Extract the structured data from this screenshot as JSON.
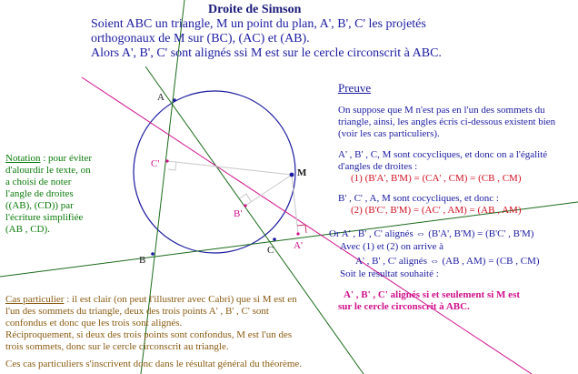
{
  "title": "Droite de Simson",
  "statement": [
    "Soient ABC un triangle, M un point du plan, A', B', C' les projetés",
    "orthogonaux de M sur (BC), (AC) et (AB).",
    "Alors A', B', C' sont alignés ssi M est sur le cercle circonscrit à ABC."
  ],
  "notation": {
    "label": "Notation",
    "first": " : pour éviter",
    "lines": [
      "d'alourdir le texte, on",
      "a choisi de noter",
      "l'angle de droites",
      "((AB), (CD)) par",
      "l'écriture simplifiée",
      "(AB , CD)."
    ]
  },
  "proof": {
    "heading": "Preuve",
    "intro": [
      "On suppose que M n'est pas en l'un des sommets du",
      "triangle, ainsi, les angles écris ci-dessous existent bien",
      "(voir les cas particuliers)."
    ],
    "step1": [
      "A' , B' , C, M sont cocycliques, et donc on a l'égalité",
      "d'angles de droites :"
    ],
    "eq1": "(1)  (B'A', B'M) = (CA' , CM) = (CB , CM)",
    "step2": "B' , C' , A, M sont cocycliques, et donc :",
    "eq2": "(2)  (B'C', B'M) = (AC' , AM) = (AB , AM)",
    "conclusion": [
      "Or A' , B' , C' alignés ⇔ (B'A', B'M) = (B'C' , B'M)",
      "Avec (1) et (2) on arrive à",
      "A' , B' , C' alignés ⇔ (AB , AM) = (CB , CM)",
      "Soit le résultat souhaité :"
    ],
    "result": [
      "A' , B' , C' alignés si et seulement si M est",
      "sur le cercle circonscrit à ABC."
    ]
  },
  "special_cases": {
    "label": "Cas particulier",
    "first": " : il est clair (on peut l'illustrer avec Cabri) que si M est en",
    "lines": [
      "l'un des sommets du triangle, deux des trois points A' , B' , C' sont",
      "confondus et donc que les trois sont alignés.",
      "Réciproquement, si deux des trois points sont confondus, M est l'un des",
      "trois sommets, donc sur le cercle circonscrit au triangle."
    ],
    "final": "Ces cas particuliers s'inscrivent donc dans le résultat général du théorème."
  },
  "points": {
    "A": "A",
    "B": "B",
    "C": "C",
    "M": "M",
    "A1": "A'",
    "B1": "B'",
    "C1": "C'"
  },
  "colors": {
    "circle": "#1a1aa0",
    "triangle_lines": "#1a6a1a",
    "simson_line": "#d0108a",
    "projections": "#c8c8c8",
    "right_angle": "#c03060"
  }
}
